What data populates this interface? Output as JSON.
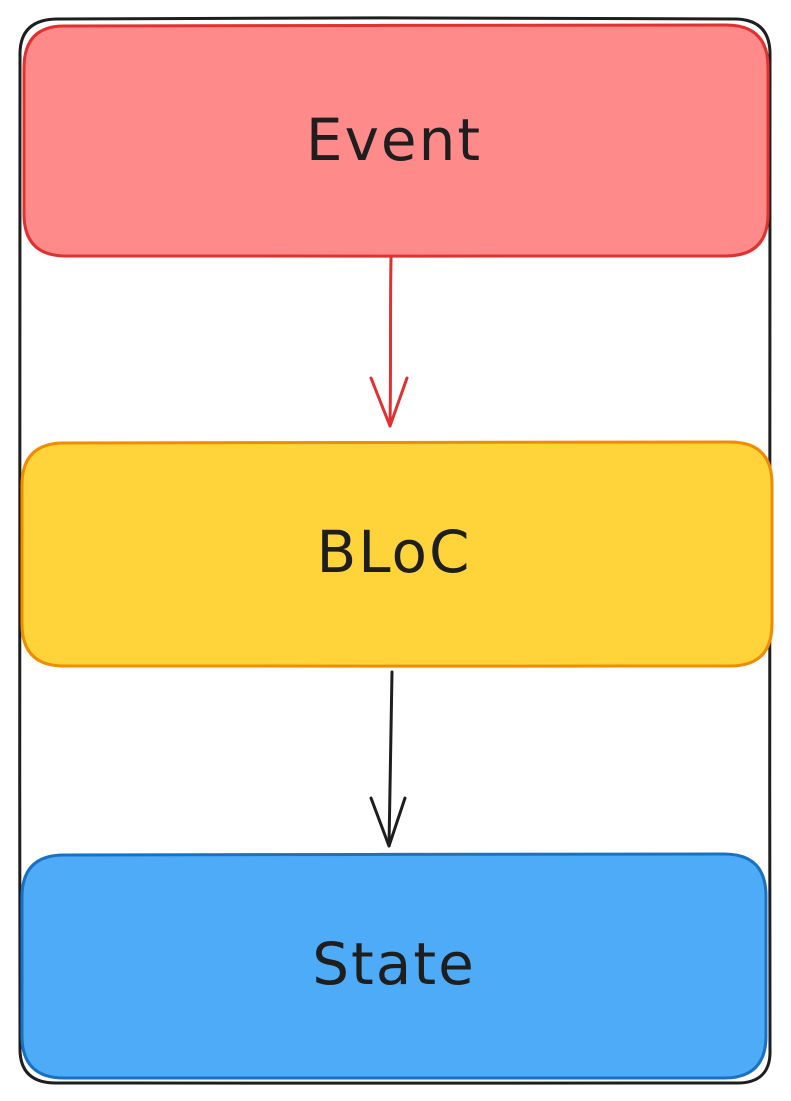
{
  "nodes": {
    "event": {
      "label": "Event",
      "fill": "#ff8a8a",
      "stroke": "#e03131"
    },
    "bloc": {
      "label": "BLoC",
      "fill": "#ffd43b",
      "stroke": "#f08c00"
    },
    "state": {
      "label": "State",
      "fill": "#4dabf7",
      "stroke": "#1971c2"
    }
  },
  "edges": {
    "event_to_bloc": {
      "color": "#e03131"
    },
    "bloc_to_state": {
      "color": "#1e1e1e"
    }
  },
  "frame": {
    "stroke": "#1e1e1e"
  }
}
